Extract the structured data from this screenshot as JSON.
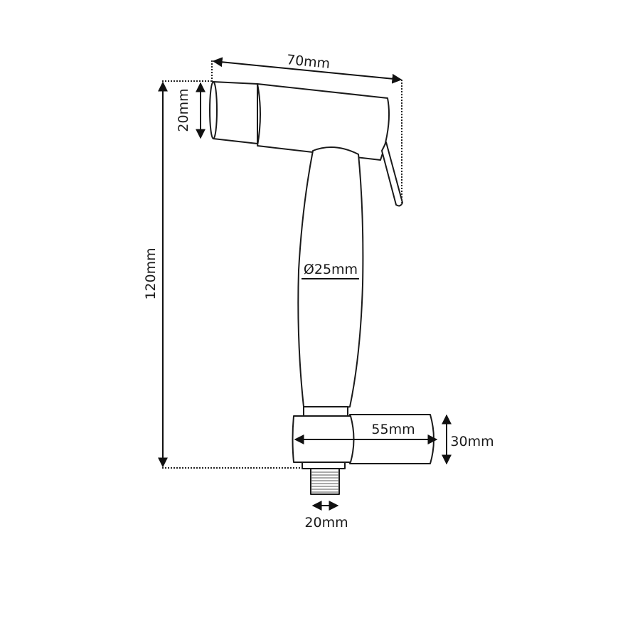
{
  "diagram": {
    "subject": "Handheld bidet sprayer with holder",
    "colors": {
      "line": "#1a1a1a",
      "background": "#ffffff"
    },
    "dimensions": {
      "head_length": "70mm",
      "head_height": "20mm",
      "total_height": "120mm",
      "handle_diameter": "Ø25mm",
      "holder_length": "55mm",
      "holder_height": "30mm",
      "thread_width": "20mm"
    }
  }
}
